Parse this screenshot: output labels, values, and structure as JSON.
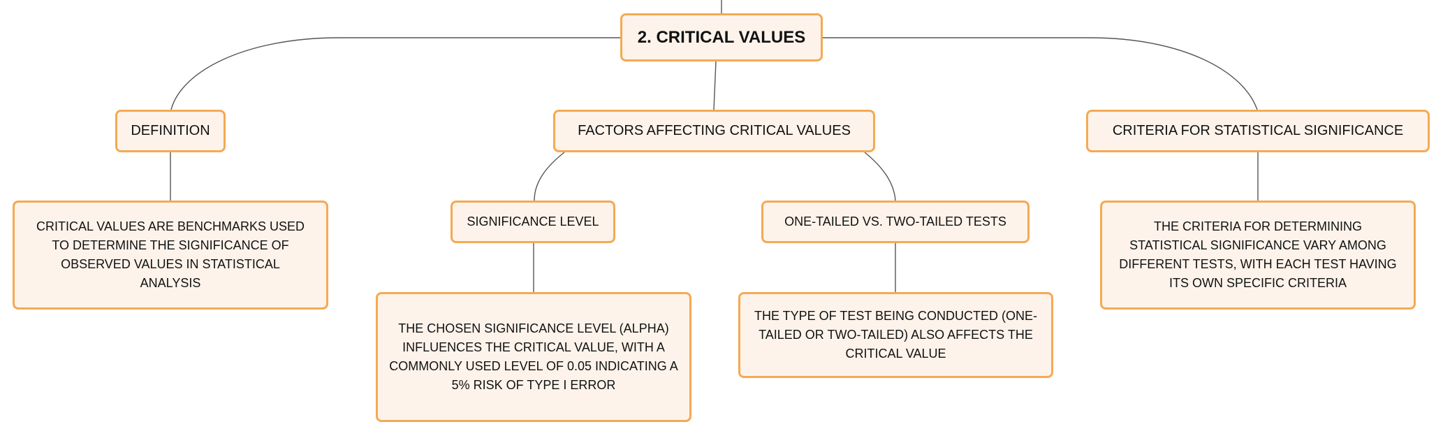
{
  "root": {
    "title": "2. CRITICAL VALUES"
  },
  "topics": {
    "definition": "DEFINITION",
    "factors": "FACTORS AFFECTING CRITICAL VALUES",
    "criteria": "CRITERIA FOR STATISTICAL SIGNIFICANCE"
  },
  "subtopics": {
    "significance_level": "SIGNIFICANCE LEVEL",
    "tails": "ONE-TAILED VS. TWO-TAILED TESTS"
  },
  "details": {
    "definition": "CRITICAL VALUES ARE BENCHMARKS USED TO DETERMINE THE SIGNIFICANCE OF OBSERVED VALUES IN STATISTICAL ANALYSIS",
    "significance_level": "THE CHOSEN SIGNIFICANCE LEVEL (ALPHA) INFLUENCES THE CRITICAL VALUE, WITH A COMMONLY USED LEVEL OF 0.05 INDICATING A 5% RISK OF TYPE I ERROR",
    "tails": "THE TYPE OF TEST BEING CONDUCTED (ONE-TAILED OR TWO-TAILED) ALSO AFFECTS THE CRITICAL VALUE",
    "criteria": "THE CRITERIA FOR DETERMINING STATISTICAL SIGNIFICANCE VARY AMONG DIFFERENT TESTS, WITH EACH TEST HAVING ITS OWN SPECIFIC CRITERIA"
  },
  "colors": {
    "node_fill": "#fdf3eb",
    "node_border": "#f4aa52",
    "connector": "#555555",
    "text": "#111111"
  }
}
